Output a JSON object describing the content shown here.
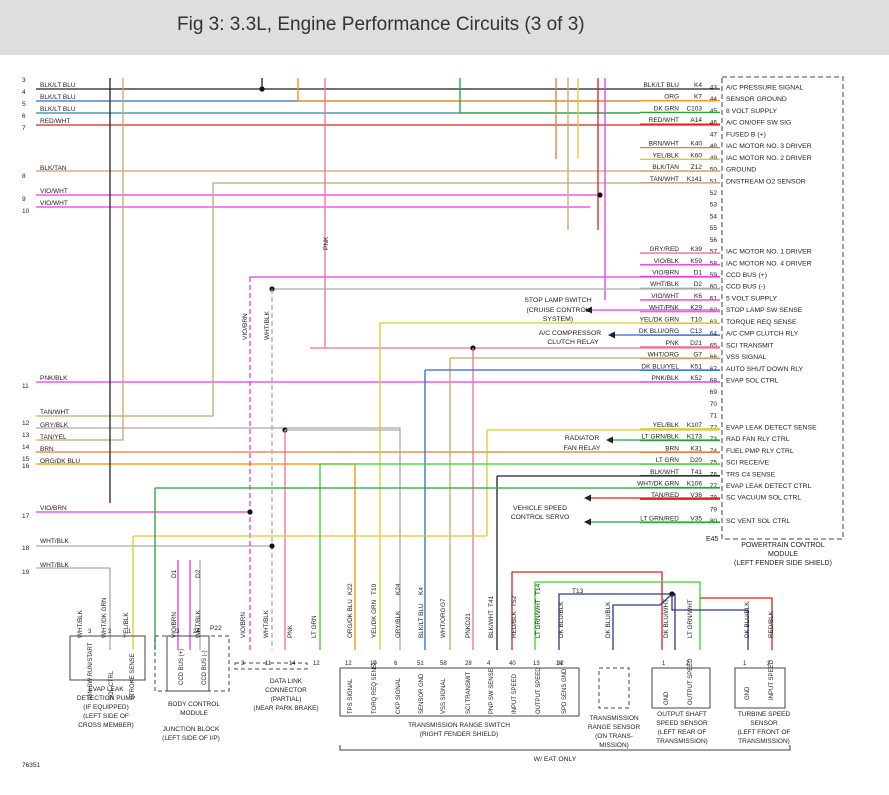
{
  "header": {
    "title": "Fig 3: 3.3L, Engine Performance Circuits (3 of 3)"
  },
  "pcm": {
    "label_lines": [
      "POWERTRAIN CONTROL",
      "MODULE",
      "(LEFT FENDER SIDE SHIELD)"
    ],
    "connector": "E45",
    "pins": [
      {
        "pin": "43",
        "wire": "BLK/LT BLU",
        "code": "K4",
        "func": "A/C PRESSURE SIGNAL"
      },
      {
        "pin": "44",
        "wire": "ORG",
        "code": "K7",
        "func": "SENSOR GROUND"
      },
      {
        "pin": "45",
        "wire": "DK GRN",
        "code": "C103",
        "func": "8 VOLT SUPPLY"
      },
      {
        "pin": "46",
        "wire": "RED/WHT",
        "code": "A14",
        "func": "A/C ON/OFF SW SIG"
      },
      {
        "pin": "47",
        "wire": "",
        "code": "",
        "func": "FUSED B (+)"
      },
      {
        "pin": "48",
        "wire": "BRN/WHT",
        "code": "K40",
        "func": "IAC MOTOR NO. 3 DRIVER"
      },
      {
        "pin": "49",
        "wire": "YEL/BLK",
        "code": "K60",
        "func": "IAC MOTOR NO. 2 DRIVER"
      },
      {
        "pin": "50",
        "wire": "BLK/TAN",
        "code": "Z12",
        "func": "GROUND"
      },
      {
        "pin": "51",
        "wire": "TAN/WHT",
        "code": "K141",
        "func": "DNSTREAM O2 SENSOR"
      },
      {
        "pin": "52",
        "wire": "",
        "code": "",
        "func": ""
      },
      {
        "pin": "53",
        "wire": "",
        "code": "",
        "func": ""
      },
      {
        "pin": "54",
        "wire": "",
        "code": "",
        "func": ""
      },
      {
        "pin": "55",
        "wire": "",
        "code": "",
        "func": ""
      },
      {
        "pin": "56",
        "wire": "",
        "code": "",
        "func": ""
      },
      {
        "pin": "57",
        "wire": "GRY/RED",
        "code": "K39",
        "func": "IAC MOTOR NO. 1 DRIVER"
      },
      {
        "pin": "58",
        "wire": "VIO/BLK",
        "code": "K59",
        "func": "IAC MOTOR NO. 4 DRIVER"
      },
      {
        "pin": "59",
        "wire": "VIO/BRN",
        "code": "D1",
        "func": "CCD BUS (+)"
      },
      {
        "pin": "60",
        "wire": "WHT/BLK",
        "code": "D2",
        "func": "CCD BUS (-)"
      },
      {
        "pin": "61",
        "wire": "VIO/WHT",
        "code": "K6",
        "func": "5 VOLT SUPPLY"
      },
      {
        "pin": "62",
        "wire": "WHT/PNK",
        "code": "K29",
        "func": "STOP LAMP SW SENSE"
      },
      {
        "pin": "63",
        "wire": "YEL/DK GRN",
        "code": "T10",
        "func": "TORQUE REQ SENSE"
      },
      {
        "pin": "64",
        "wire": "DK BLU/ORG",
        "code": "C13",
        "func": "A/C CMP CLUTCH RLY"
      },
      {
        "pin": "65",
        "wire": "PNK",
        "code": "D21",
        "func": "SCI TRANSMIT"
      },
      {
        "pin": "66",
        "wire": "WHT/ORG",
        "code": "G7",
        "func": "VSS SIGNAL"
      },
      {
        "pin": "67",
        "wire": "DK BLU/YEL",
        "code": "K51",
        "func": "AUTO SHUT DOWN RLY"
      },
      {
        "pin": "68",
        "wire": "PNK/BLK",
        "code": "K52",
        "func": "EVAP SOL CTRL"
      },
      {
        "pin": "69",
        "wire": "",
        "code": "",
        "func": ""
      },
      {
        "pin": "70",
        "wire": "",
        "code": "",
        "func": ""
      },
      {
        "pin": "71",
        "wire": "",
        "code": "",
        "func": ""
      },
      {
        "pin": "72",
        "wire": "YEL/BLK",
        "code": "K107",
        "func": "EVAP LEAK DETECT SENSE"
      },
      {
        "pin": "73",
        "wire": "LT GRN/BLK",
        "code": "K173",
        "func": "RAD FAN RLY CTRL"
      },
      {
        "pin": "74",
        "wire": "BRN",
        "code": "K31",
        "func": "FUEL PMP RLY CTRL"
      },
      {
        "pin": "75",
        "wire": "LT GRN",
        "code": "D20",
        "func": "SCI RECEIVE"
      },
      {
        "pin": "76",
        "wire": "BLK/WHT",
        "code": "T41",
        "func": "TRS C4 SENSE"
      },
      {
        "pin": "77",
        "wire": "WHT/DK GRN",
        "code": "K106",
        "func": "EVAP LEAK DETECT CTRL"
      },
      {
        "pin": "78",
        "wire": "TAN/RED",
        "code": "V36",
        "func": "SC VACUUM SOL CTRL"
      },
      {
        "pin": "79",
        "wire": "",
        "code": "",
        "func": ""
      },
      {
        "pin": "80",
        "wire": "LT GRN/RED",
        "code": "V35",
        "func": "SC VENT SOL CTRL"
      }
    ]
  },
  "left_rows": [
    {
      "n": "3",
      "label": ""
    },
    {
      "n": "4",
      "label": "BLK/LT BLU"
    },
    {
      "n": "5",
      "label": "BLK/LT BLU"
    },
    {
      "n": "6",
      "label": "BLK/LT BLU"
    },
    {
      "n": "7",
      "label": "RED/WHT"
    },
    {
      "n": "8",
      "label": "BLK/TAN"
    },
    {
      "n": "9",
      "label": "VIO/WHT"
    },
    {
      "n": "10",
      "label": "VIO/WHT"
    },
    {
      "n": "11",
      "label": "PNK/BLK"
    },
    {
      "n": "",
      "label": "TAN/WHT"
    },
    {
      "n": "12",
      "label": "GRY/BLK"
    },
    {
      "n": "13",
      "label": "TAN/YEL"
    },
    {
      "n": "14",
      "label": "BRN"
    },
    {
      "n": "15",
      "label": "ORG/DK BLU"
    },
    {
      "n": "16",
      "label": ""
    },
    {
      "n": "17",
      "label": "VIO/BRN"
    },
    {
      "n": "",
      "label": "WHT/BLK"
    },
    {
      "n": "18",
      "label": ""
    },
    {
      "n": "",
      "label": "WHT/BLK"
    },
    {
      "n": "19",
      "label": ""
    }
  ],
  "callouts": {
    "stop_lamp": [
      "STOP LAMP SWITCH",
      "(CRUISE CONTROL",
      "SYSTEM)"
    ],
    "ac_relay": [
      "A/C COMPRESSOR",
      "CLUTCH RELAY"
    ],
    "rad_fan": [
      "RADIATOR",
      "FAN RELAY"
    ],
    "speed_servo": [
      "VEHICLE SPEED",
      "CONTROL SERVO"
    ]
  },
  "vertical_labels": {
    "pnk_top": "PNK",
    "vio_brn": "VIO/BRN",
    "wht_blk": "WHT/BLK"
  },
  "bottom_wires": [
    {
      "text": "WHT/BLK"
    },
    {
      "text": "WHT/DK GRN"
    },
    {
      "text": "YEL/BLK"
    },
    {
      "text": "VIO/BRN"
    },
    {
      "text": "WHT/BLK"
    },
    {
      "text": "VIO/BRN"
    },
    {
      "text": "WHT/BLK"
    },
    {
      "text": "PNK"
    },
    {
      "text": "LT GRN"
    },
    {
      "text": "ORG/DK BLU"
    },
    {
      "text": "YEL/DK GRN"
    },
    {
      "text": "GRY/BLK"
    },
    {
      "text": "BLK/LT BLU"
    },
    {
      "text": "WHT/ORG"
    },
    {
      "text": "PNK"
    },
    {
      "text": "BLK/WHT"
    },
    {
      "text": "RED/BLK"
    },
    {
      "text": "LT GRN/WHT"
    },
    {
      "text": "DK BLU/BLK"
    },
    {
      "text": "DK BLU/BLK"
    },
    {
      "text": "DK BLU/WHT"
    },
    {
      "text": "LT GRN/WHT"
    },
    {
      "text": "DK BLU/BLK"
    },
    {
      "text": "RED/BLK"
    }
  ],
  "bottom_codes": [
    {
      "text": "D1"
    },
    {
      "text": "D2"
    },
    {
      "text": "K22"
    },
    {
      "text": "T10"
    },
    {
      "text": "K24"
    },
    {
      "text": "K4"
    },
    {
      "text": "G7"
    },
    {
      "text": "D21"
    },
    {
      "text": "T41"
    },
    {
      "text": "T52"
    },
    {
      "text": "T14"
    },
    {
      "text": "T13"
    }
  ],
  "evap": {
    "pin_labels": [
      "IGN SW RUN/START",
      "SOL CTRL",
      "STROKE SENSE"
    ],
    "pin_nums": [
      "3",
      "2",
      "1"
    ],
    "caption": [
      "EVAP LEAK",
      "DETECTION PUMP",
      "(IF EQUIPPED)",
      "(LEFT SIDE OF",
      "CROSS MEMBER)"
    ]
  },
  "bcm": {
    "pin_labels": [
      "CCD BUS (+)",
      "CCD BUS (-)"
    ],
    "pin_nums": [
      "3",
      "24"
    ],
    "connector": "P22",
    "caption": [
      "BODY CONTROL",
      "MODULE"
    ]
  },
  "junction": {
    "caption": [
      "JUNCTION BLOCK",
      "(LEFT SIDE OF I/P)"
    ]
  },
  "dlc": {
    "pin_nums": [
      "3",
      "11",
      "14",
      "12"
    ],
    "caption": [
      "DATA LINK",
      "CONNECTOR",
      "(PARTIAL)",
      "(NEAR PARK BRAKE)"
    ]
  },
  "trs": {
    "pin_nums": [
      "12",
      "10",
      "6",
      "51",
      "58",
      "28",
      "4",
      "40",
      "13",
      "32",
      "14"
    ],
    "pin_labels": [
      "TPS SIGNAL",
      "TORQ REQ SENSE",
      "CKP SIGNAL",
      "SENSOR GND",
      "VSS SIGNAL",
      "SCI TRANSMIT",
      "PNP SW SENSE",
      "INPUT SPEED",
      "OUTPUT SPEED",
      "SPD SENS GND"
    ],
    "caption": [
      "TRANSMISSION RANGE SWITCH",
      "(RIGHT FENDER SHIELD)"
    ]
  },
  "trs_sensor": {
    "caption": [
      "TRANSMISSION",
      "RANGE SENSOR",
      "(ON TRANS-",
      "MISSION)"
    ]
  },
  "oss": {
    "pin_labels": [
      "GND",
      "OUTPUT SPEED"
    ],
    "pin_nums": [
      "1",
      "2"
    ],
    "caption": [
      "OUTPUT SHAFT",
      "SPEED SENSOR",
      "(LEFT REAR OF",
      "TRANSMISSION)"
    ]
  },
  "tss": {
    "pin_labels": [
      "GND",
      "INPUT SPEED"
    ],
    "pin_nums": [
      "1",
      "2"
    ],
    "caption": [
      "TURBINE SPEED",
      "SENSOR",
      "(LEFT FRONT OF",
      "TRANSMISSION)"
    ]
  },
  "eat_note": "W/ EAT ONLY",
  "figure_id": "76351",
  "colors": {
    "blk": "#222222",
    "blu": "#2a6bd0",
    "grn": "#21a33a",
    "org": "#ff8a00",
    "red": "#e02020",
    "tan": "#c8a46e",
    "mag": "#e53ce0",
    "yel": "#d8cc2a",
    "pnk": "#f07090",
    "gry": "#aaaaaa",
    "lgrn": "#3ad12a",
    "navy": "#2b3a8c",
    "teal": "#1f8f8f",
    "ob": "#e57a3a"
  }
}
